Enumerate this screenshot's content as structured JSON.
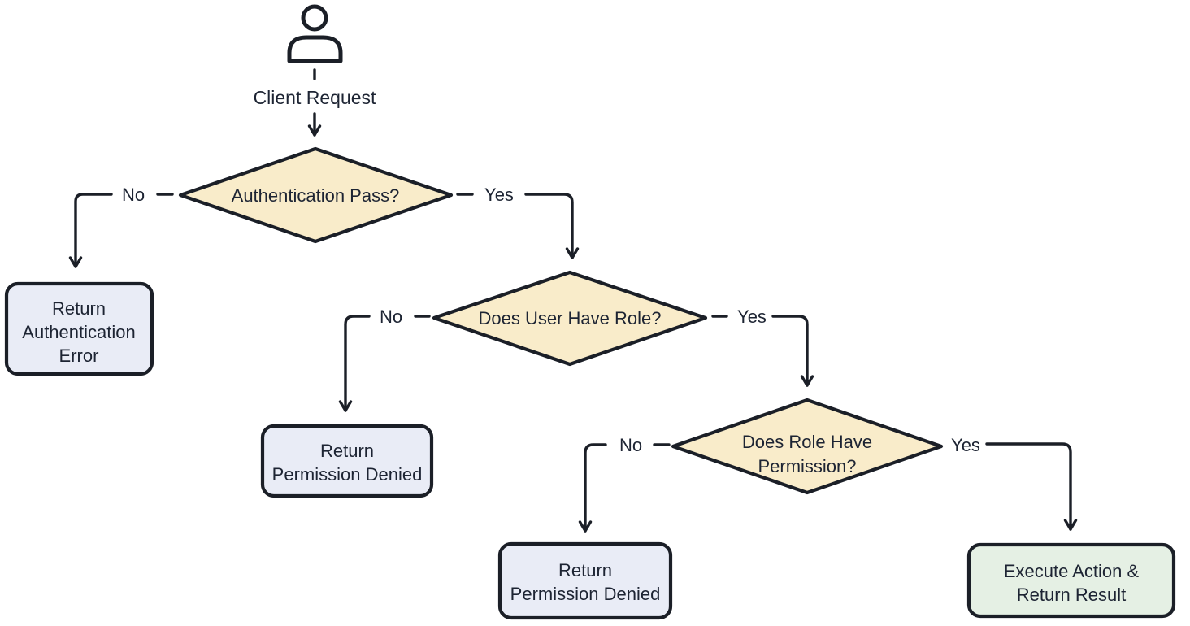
{
  "colors": {
    "background": "#ffffff",
    "stroke": "#1b1f27",
    "text": "#1d2433",
    "decision_fill": "#f9ecca",
    "error_fill": "#e9ecf6",
    "success_fill": "#e5f0e4"
  },
  "nodes": {
    "client_request": {
      "label": "Client Request"
    },
    "auth_pass": {
      "label": "Authentication Pass?"
    },
    "user_has_role": {
      "label": "Does User Have Role?"
    },
    "role_has_permission": {
      "lines": [
        "Does Role Have",
        "Permission?"
      ]
    },
    "return_auth_error": {
      "lines": [
        "Return",
        "Authentication",
        "Error"
      ]
    },
    "return_permission_denied_1": {
      "lines": [
        "Return",
        "Permission Denied"
      ]
    },
    "return_permission_denied_2": {
      "lines": [
        "Return",
        "Permission Denied"
      ]
    },
    "execute_action": {
      "lines": [
        "Execute Action &",
        "Return Result"
      ]
    }
  },
  "edges": {
    "auth_no": "No",
    "auth_yes": "Yes",
    "role_no": "No",
    "role_yes": "Yes",
    "perm_no": "No",
    "perm_yes": "Yes"
  }
}
